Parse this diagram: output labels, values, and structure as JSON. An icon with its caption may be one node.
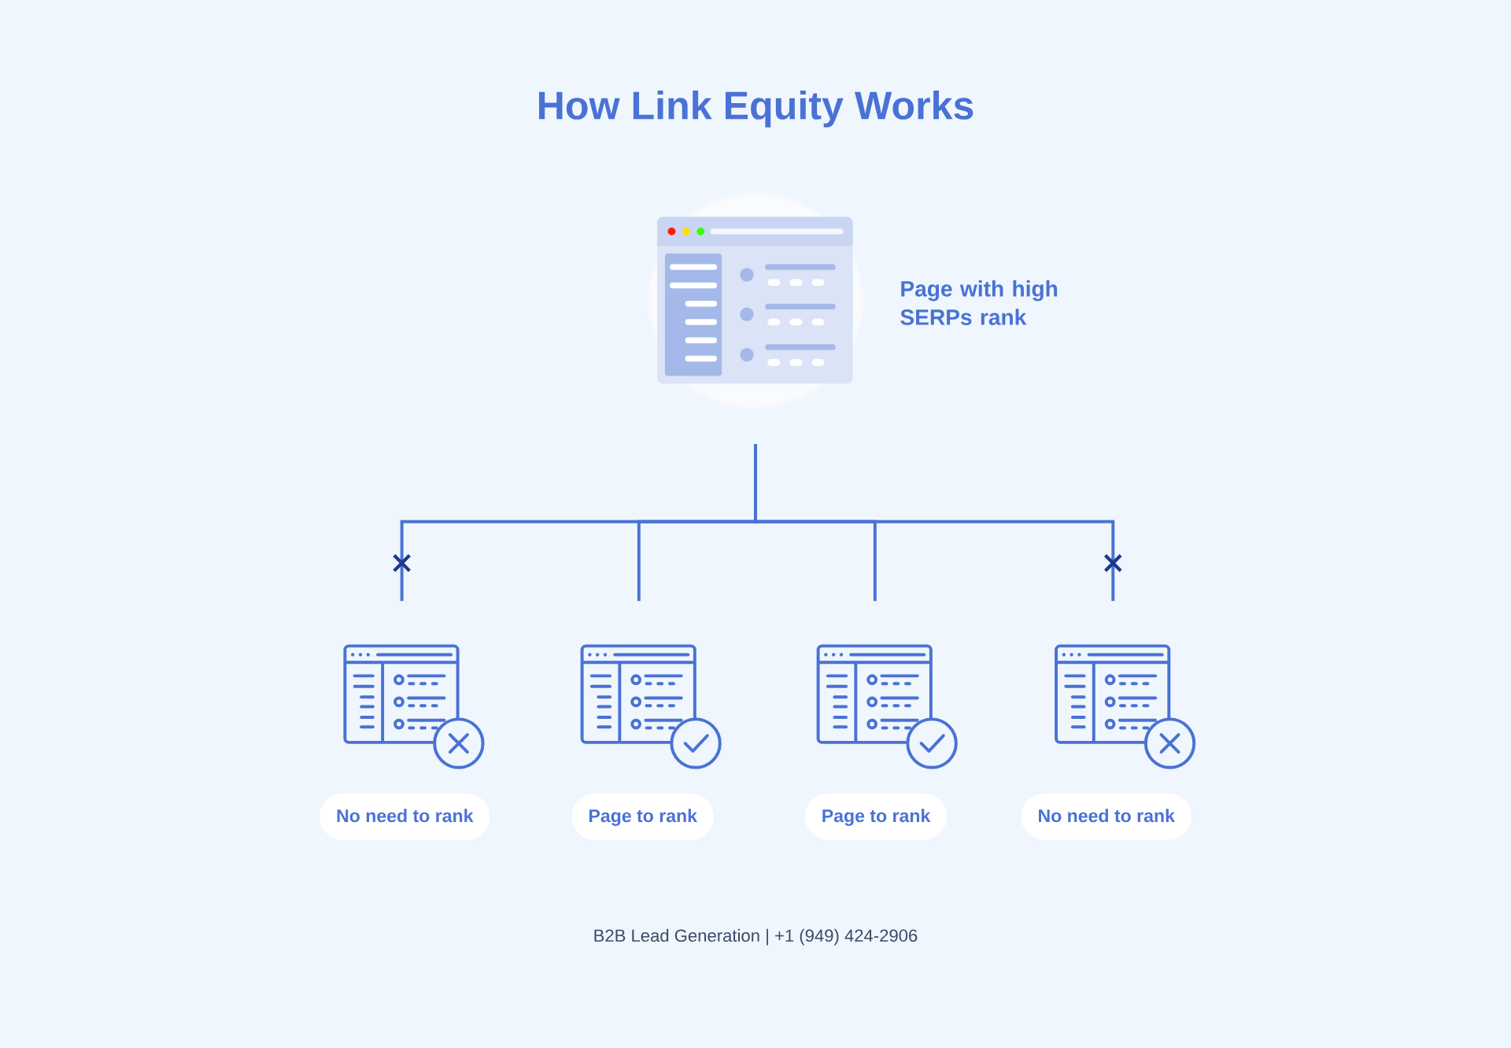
{
  "diagram": {
    "title": "How Link Equity Works",
    "nodes": [
      {
        "text": [],
        "shape": "picture",
        "beside": [
          "Page with high SERPs rank"
        ]
      },
      {
        "text": [],
        "shape": "picture"
      },
      {
        "text": [],
        "shape": "picture"
      },
      {
        "text": [],
        "shape": "picture"
      },
      {
        "text": [],
        "shape": "picture"
      },
      {
        "text": [
          "No need to rank"
        ]
      },
      {
        "text": [
          "Page to rank"
        ]
      },
      {
        "text": [
          "Page to rank"
        ]
      },
      {
        "text": [
          "No need to rank"
        ]
      }
    ],
    "edges": [
      {
        "from": 0,
        "to": 1,
        "arrow": "none"
      },
      {
        "from": 0,
        "to": 2,
        "arrow": "none"
      },
      {
        "from": 0,
        "to": 3,
        "arrow": "none"
      },
      {
        "from": 0,
        "to": 4,
        "arrow": "none"
      }
    ],
    "labels": [
      "B2B Lead Generation | +1 (949) 424-2906"
    ]
  }
}
